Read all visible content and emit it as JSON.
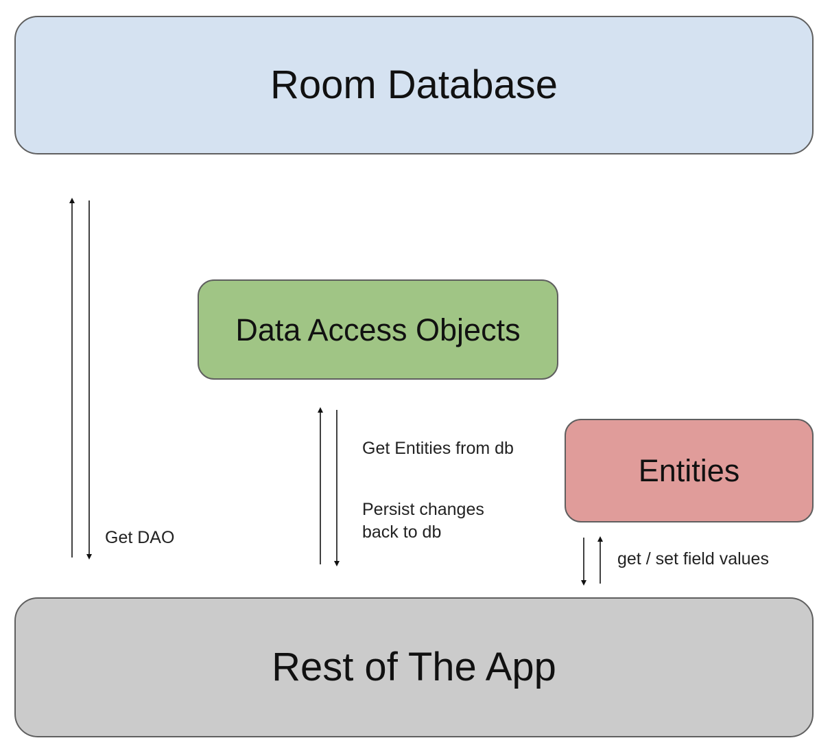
{
  "diagram": {
    "nodes": {
      "room": {
        "label": "Room Database",
        "fill": "#d5e2f1"
      },
      "dao": {
        "label": "Data Access Objects",
        "fill": "#a0c585"
      },
      "entities": {
        "label": "Entities",
        "fill": "#e09c9a"
      },
      "app": {
        "label": "Rest of The App",
        "fill": "#cbcbcb"
      }
    },
    "edges": {
      "get_dao": {
        "label": "Get DAO",
        "from": "room",
        "to": "app",
        "bidirectional": true
      },
      "dao_app": {
        "label_line1": "Get Entities from db",
        "label_line2": "Persist changes",
        "label_line3": "back to db",
        "from": "dao",
        "to": "app",
        "bidirectional": true
      },
      "entities_app": {
        "label": "get / set field values",
        "from": "entities",
        "to": "app",
        "bidirectional": true
      }
    }
  }
}
